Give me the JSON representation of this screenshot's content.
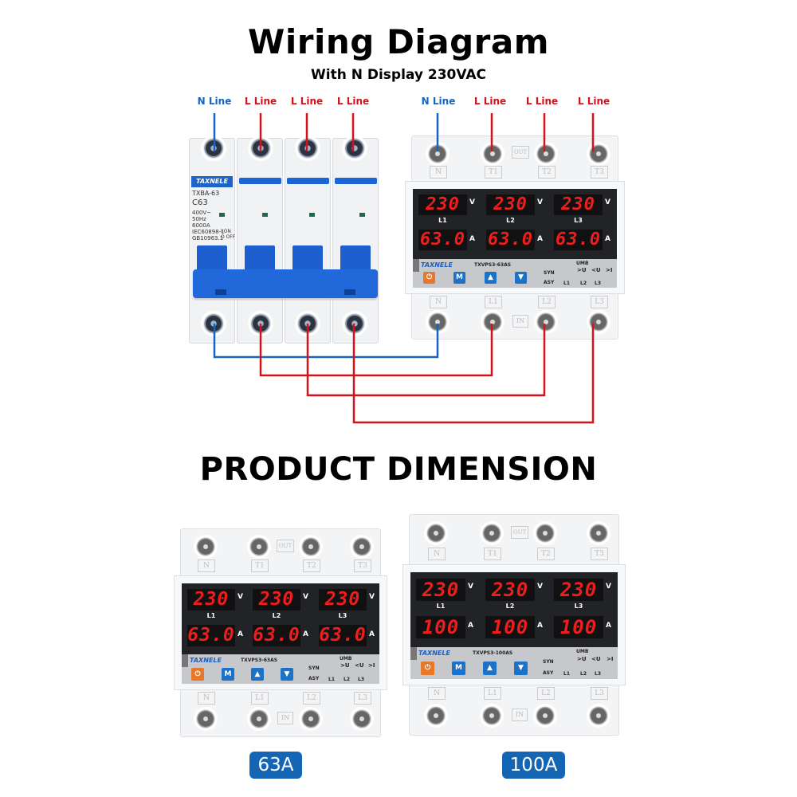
{
  "header": {
    "title": "Wiring Diagram",
    "subtitle": "With N Display 230VAC"
  },
  "wiring": {
    "colors": {
      "neutral": "#1565c0",
      "live": "#d3121c"
    },
    "breaker_labels": [
      "N Line",
      "L Line",
      "L Line",
      "L Line"
    ],
    "protector_labels": [
      "N Line",
      "L Line",
      "L Line",
      "L Line"
    ],
    "breaker": {
      "brand": "TAXNELE",
      "model": "TXBA-63",
      "rating": "C63",
      "specs": [
        "400V~",
        "50Hz",
        "6000A",
        "IEC60898-1",
        "GB10963.1"
      ],
      "switch": [
        "I ON",
        "O OFF"
      ]
    }
  },
  "section2": {
    "title": "PRODUCT DIMENSION"
  },
  "devices": [
    {
      "id": "wiring",
      "brand": "TAXNELE",
      "model": "TXVPS3-63AS",
      "voltage": [
        "230",
        "230",
        "230"
      ],
      "current": [
        "63.0",
        "63.0",
        "63.0"
      ],
      "phases": [
        "L1",
        "L2",
        "L3"
      ],
      "voltage_unit": "V",
      "current_unit": "A",
      "top_terminals": [
        "N",
        "T1",
        "T2",
        "T3"
      ],
      "top_mark": "OUT",
      "bottom_terminals": [
        "N",
        "L1",
        "L2",
        "L3"
      ],
      "bottom_mark": "IN"
    },
    {
      "id": "63A",
      "brand": "TAXNELE",
      "model": "TXVPS3-63AS",
      "voltage": [
        "230",
        "230",
        "230"
      ],
      "current": [
        "63.0",
        "63.0",
        "63.0"
      ],
      "phases": [
        "L1",
        "L2",
        "L3"
      ],
      "voltage_unit": "V",
      "current_unit": "A",
      "top_terminals": [
        "N",
        "T1",
        "T2",
        "T3"
      ],
      "top_mark": "OUT",
      "bottom_terminals": [
        "N",
        "L1",
        "L2",
        "L3"
      ],
      "bottom_mark": "IN"
    },
    {
      "id": "100A",
      "brand": "TAXNELE",
      "model": "TXVPS3-100AS",
      "voltage": [
        "230",
        "230",
        "230"
      ],
      "current": [
        "100",
        "100",
        "100"
      ],
      "phases": [
        "L1",
        "L2",
        "L3"
      ],
      "voltage_unit": "V",
      "current_unit": "A",
      "top_terminals": [
        "N",
        "T1",
        "T2",
        "T3"
      ],
      "top_mark": "OUT",
      "bottom_terminals": [
        "N",
        "L1",
        "L2",
        "L3"
      ],
      "bottom_mark": "IN"
    }
  ],
  "controls": {
    "buttons": [
      "power",
      "M",
      "up",
      "down"
    ],
    "m_label": "M",
    "syn": "SYN",
    "asy": "ASY",
    "umb": "UMB",
    "indicators": [
      "L1",
      "L2",
      "L3"
    ],
    "indicator_symbols": [
      ">U",
      "<U",
      ">I"
    ]
  },
  "badges": [
    "63A",
    "100A"
  ]
}
